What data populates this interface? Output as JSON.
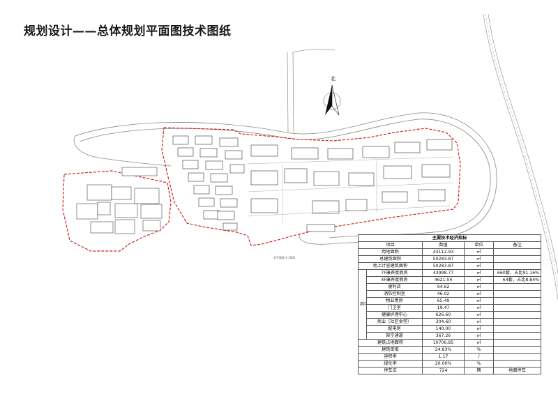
{
  "page_title": "规划设计——总体规划平面图技术图纸",
  "plan": {
    "north_label": "北",
    "scale_label": "总平面图 1:1000"
  },
  "table": {
    "title": "主要技术经济指标",
    "headers": [
      "项目",
      "数值",
      "单位",
      "备注"
    ],
    "qizhong_label": "其中",
    "rows": [
      {
        "item": "用地面积",
        "value": "43112.93",
        "unit": "㎡",
        "note": ""
      },
      {
        "item": "总建筑面积",
        "value": "50283.87",
        "unit": "㎡",
        "note": ""
      },
      {
        "item": "地上计容建筑面积",
        "value": "50283.87",
        "unit": "㎡",
        "note": ""
      },
      {
        "item": "7F康养度假房",
        "value": "43998.77",
        "unit": "㎡",
        "note": "660套，占比91.16%"
      },
      {
        "item": "4F康养度假房",
        "value": "4621.04",
        "unit": "㎡",
        "note": "64套，占比8.84%"
      },
      {
        "item": "便利店",
        "value": "94.62",
        "unit": "㎡",
        "note": ""
      },
      {
        "item": "消防控制室",
        "value": "46.02",
        "unit": "㎡",
        "note": ""
      },
      {
        "item": "物业用房",
        "value": "65.49",
        "unit": "㎡",
        "note": ""
      },
      {
        "item": "门卫室",
        "value": "19.47",
        "unit": "㎡",
        "note": ""
      },
      {
        "item": "健康护理中心",
        "value": "626.60",
        "unit": "㎡",
        "note": ""
      },
      {
        "item": "商业（社区食堂）",
        "value": "304.60",
        "unit": "㎡",
        "note": ""
      },
      {
        "item": "配电房",
        "value": "140.00",
        "unit": "㎡",
        "note": ""
      },
      {
        "item": "架空通道",
        "value": "367.26",
        "unit": "㎡",
        "note": ""
      },
      {
        "item": "建筑占地面积",
        "value": "10706.85",
        "unit": "㎡",
        "note": ""
      },
      {
        "item": "建筑密度",
        "value": "24.83%",
        "unit": "%",
        "note": ""
      },
      {
        "item": "容积率",
        "value": "1.17",
        "unit": "/",
        "note": ""
      },
      {
        "item": "绿化率",
        "value": "20.00%",
        "unit": "%",
        "note": ""
      },
      {
        "item": "停车位",
        "value": "724",
        "unit": "辆",
        "note": "地面停车"
      }
    ]
  }
}
